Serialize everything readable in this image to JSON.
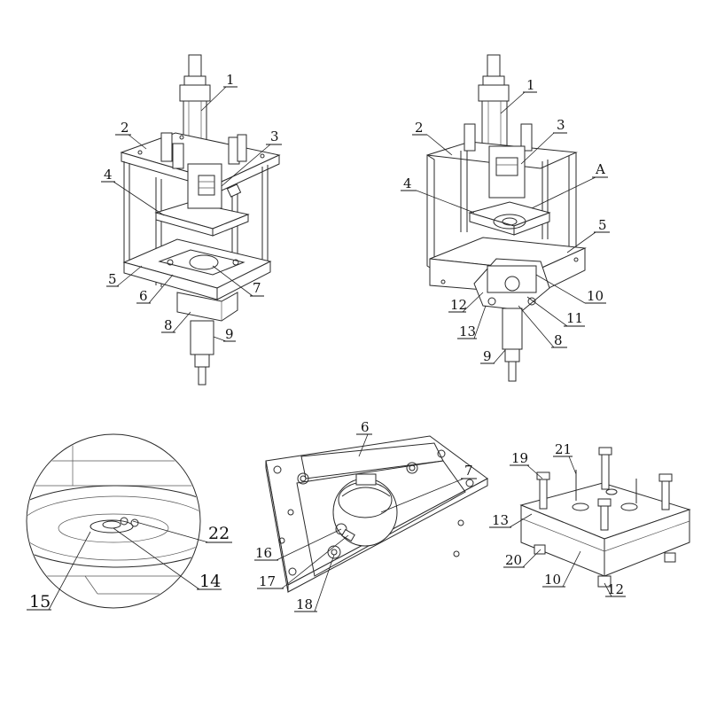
{
  "figure": {
    "view_a": {
      "labels": [
        "1",
        "2",
        "3",
        "4",
        "5",
        "6",
        "7",
        "8",
        "9"
      ]
    },
    "view_b": {
      "labels": [
        "1",
        "2",
        "3",
        "4",
        "A",
        "5",
        "10",
        "12",
        "11",
        "13",
        "8",
        "9"
      ]
    },
    "detail_circle": {
      "labels": [
        "22",
        "14",
        "15"
      ]
    },
    "plate_view": {
      "labels": [
        "6",
        "7",
        "16",
        "17",
        "18"
      ]
    },
    "block_view": {
      "labels": [
        "19",
        "21",
        "13",
        "20",
        "10",
        "12"
      ]
    }
  }
}
